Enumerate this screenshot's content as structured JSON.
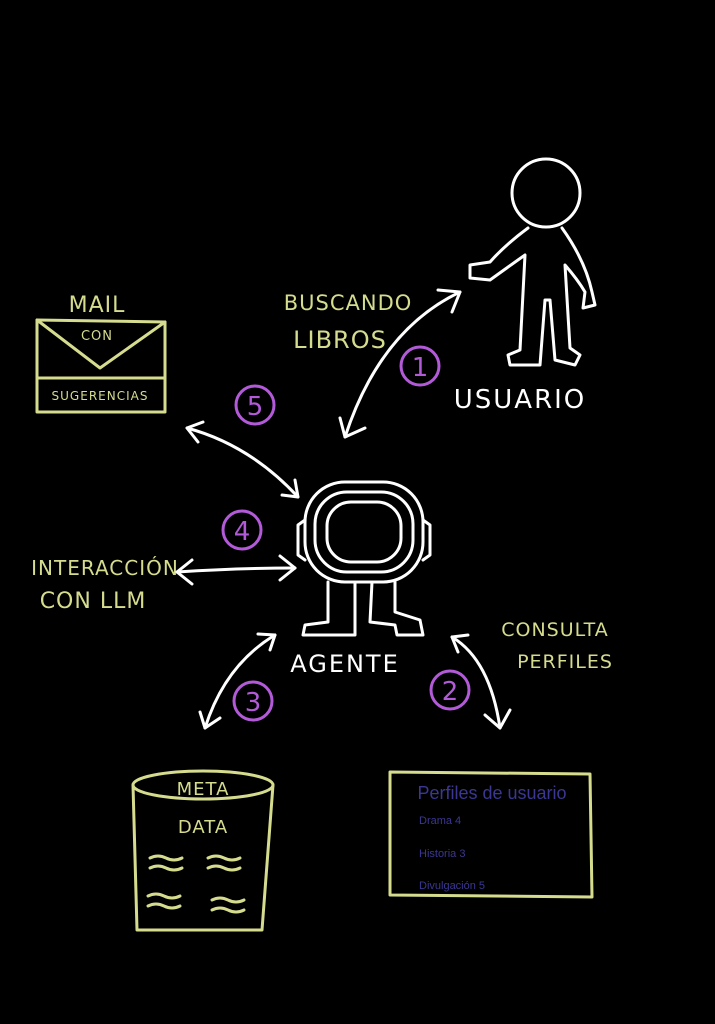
{
  "colors": {
    "background": "#000000",
    "sketch": "#d6dc8e",
    "steps": "#b25ad8",
    "figures": "#ffffff",
    "profile_text": "#3b3792"
  },
  "mail": {
    "line1": "MAIL",
    "line2": "CON",
    "line3": "SUGERENCIAS"
  },
  "user": {
    "label": "USUARIO"
  },
  "search": {
    "line1": "BUSCANDO",
    "line2": "LIBROS"
  },
  "agent": {
    "label": "AGENTE"
  },
  "llm": {
    "line1": "INTERACCIÓN",
    "line2": "CON LLM"
  },
  "profiles_query": {
    "line1": "CONSULTA",
    "line2": "PERFILES"
  },
  "metadata": {
    "line1": "META",
    "line2": "DATA"
  },
  "profiles": {
    "title": "Perfiles de usuario",
    "items": [
      "Drama 4",
      "Historia 3",
      "Divulgación 5"
    ]
  },
  "steps": [
    "1",
    "2",
    "3",
    "4",
    "5"
  ]
}
